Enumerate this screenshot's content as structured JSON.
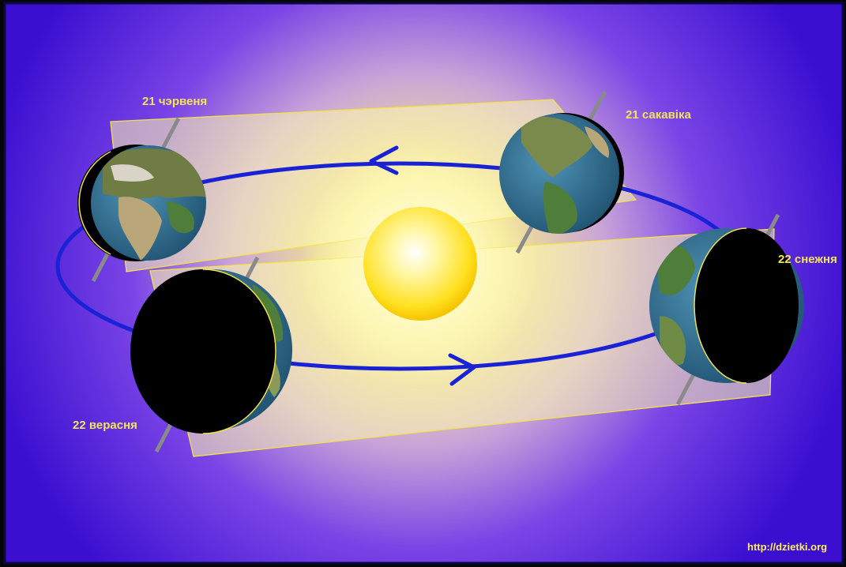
{
  "labels": {
    "june": "21 чэрвеня",
    "march": "21 сакавіка",
    "december": "22 снежня",
    "september": "22 верасня"
  },
  "credit": "http://dzietki.org",
  "colors": {
    "background_center": "#fdf7a8",
    "background_edge": "#3a0fd0",
    "orbit": "#1a22d6",
    "light_beam": "#fffbb0",
    "sun_core": "#ffffff",
    "sun_edge": "#ffd200",
    "label_text": "#f3e45a",
    "ocean": "#2f6f92",
    "land": "#4f7d3a",
    "night_side": "#000000",
    "axis": "#8a8a8a"
  },
  "icons": {
    "sun": "sun-icon",
    "earth": "earth-globe-icon"
  }
}
